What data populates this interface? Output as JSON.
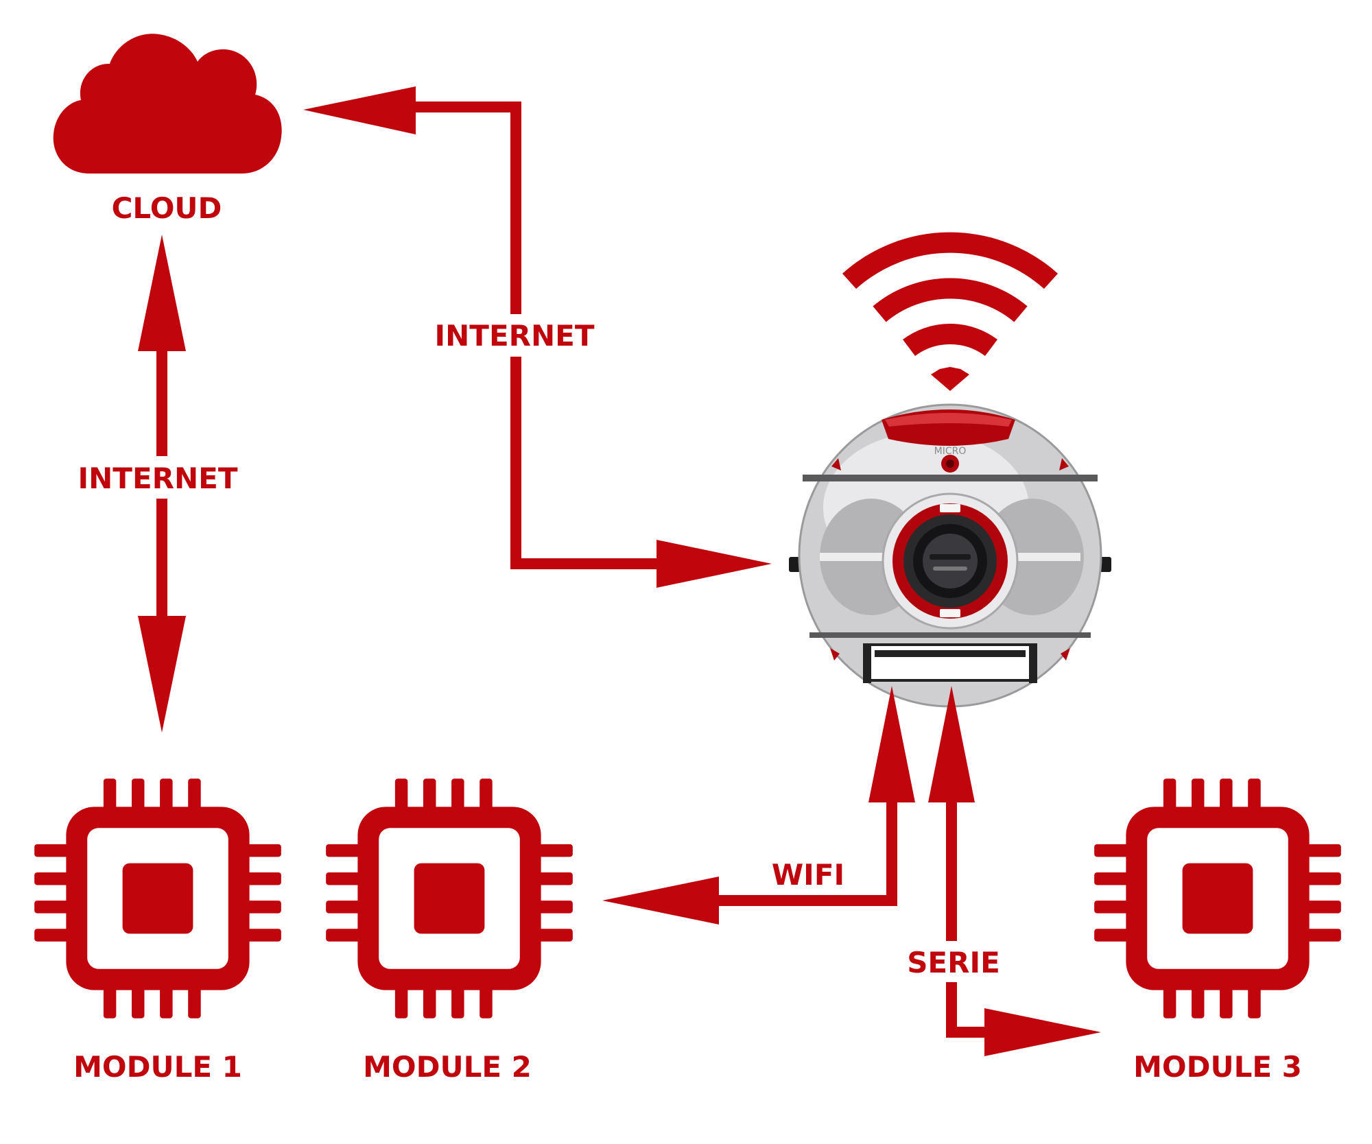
{
  "colors": {
    "accent": "#c0050d",
    "background": "#ffffff"
  },
  "nodes": {
    "cloud": {
      "label": "CLOUD",
      "icon": "cloud-icon"
    },
    "module1": {
      "label": "MODULE 1",
      "icon": "chip-icon"
    },
    "module2": {
      "label": "MODULE 2",
      "icon": "chip-icon"
    },
    "module3": {
      "label": "MODULE 3",
      "icon": "chip-icon"
    },
    "device": {
      "icon": "camera-device-icon",
      "badge_text": "MICRO",
      "signal_icon": "wifi-icon"
    }
  },
  "connections": {
    "cloud_module1": {
      "label": "INTERNET"
    },
    "cloud_device": {
      "label": "INTERNET"
    },
    "device_module2": {
      "label": "WIFI"
    },
    "device_module3": {
      "label": "SERIE"
    }
  }
}
